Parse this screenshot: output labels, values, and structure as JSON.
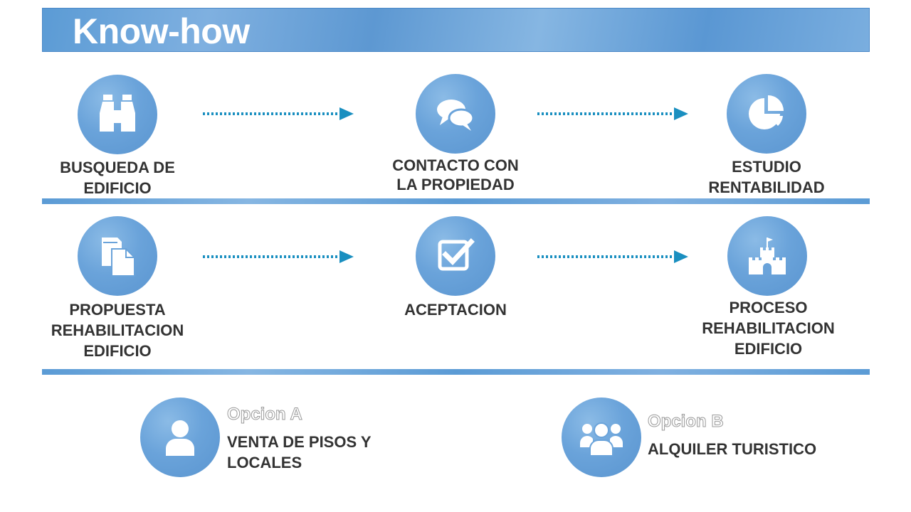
{
  "title": "Know-how",
  "steps": [
    {
      "label_1": "BUSQUEDA DE",
      "label_2": "EDIFICIO",
      "icon": "binoculars-icon"
    },
    {
      "label_1": "CONTACTO CON",
      "label_2": "LA PROPIEDAD",
      "icon": "speech-bubbles-icon"
    },
    {
      "label_1": "ESTUDIO",
      "label_2": "RENTABILIDAD",
      "icon": "pie-chart-icon"
    },
    {
      "label_1": "PROPUESTA",
      "label_2": "REHABILITACION",
      "label_3": "EDIFICIO",
      "icon": "documents-icon"
    },
    {
      "label_1": "ACEPTACION",
      "icon": "checkbox-icon"
    },
    {
      "label_1": "PROCESO",
      "label_2": "REHABILITACION",
      "label_3": "EDIFICIO",
      "icon": "castle-icon"
    }
  ],
  "options": [
    {
      "title": "Opcion A",
      "text_1": "VENTA DE PISOS Y",
      "text_2": "LOCALES",
      "icon": "user-icon"
    },
    {
      "title": "Opcion B",
      "text_1": "ALQUILER TURISTICO",
      "icon": "group-icon"
    }
  ],
  "colors": {
    "accent": "#5b9bd5",
    "arrow": "#1a8fc0",
    "text": "#333333"
  }
}
